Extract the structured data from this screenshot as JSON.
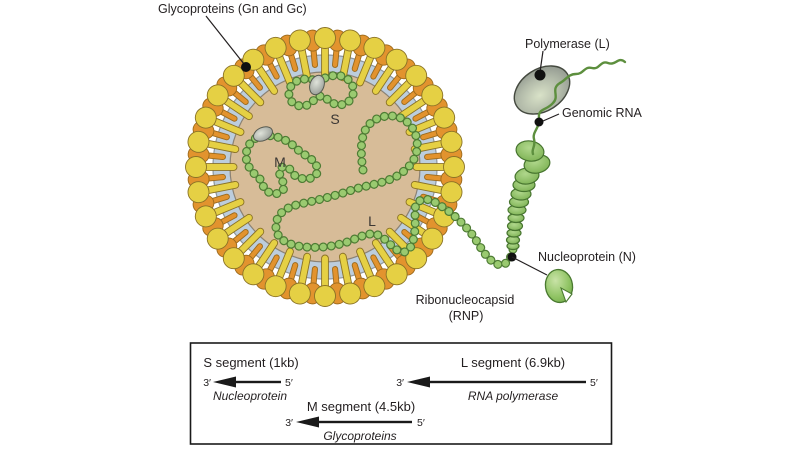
{
  "diagram": {
    "virion": {
      "glycoproteins_label": "Glycoproteins (Gn and Gc)",
      "segment_s": "S",
      "segment_m": "M",
      "segment_l": "L"
    },
    "rnp_complex": {
      "polymerase_label": "Polymerase (L)",
      "genomic_rna_label": "Genomic RNA",
      "nucleoprotein_label": "Nucleoprotein (N)",
      "ribonucleocapsid_label": "Ribonucleocapsid",
      "ribonucleocapsid_abbrev": "(RNP)"
    },
    "genome_box": {
      "segments": [
        {
          "id": "S",
          "title": "S segment (1kb)",
          "gene": "Nucleoprotein",
          "three_prime": "3′",
          "five_prime": "5′"
        },
        {
          "id": "L",
          "title": "L segment (6.9kb)",
          "gene": "RNA polymerase",
          "three_prime": "3′",
          "five_prime": "5′"
        },
        {
          "id": "M",
          "title": "M segment (4.5kb)",
          "gene": "Glycoproteins",
          "three_prime": "3′",
          "five_prime": "5′"
        }
      ]
    },
    "colors": {
      "glycoprotein_yellow": "#e5d044",
      "glycoprotein_orange": "#e2932e",
      "membrane_blue": "#bccddd",
      "interior_tan": "#d7bc98",
      "rnp_green": "#9aca70",
      "polymerase_gray": "#9aa096",
      "text": "#231f20"
    }
  }
}
